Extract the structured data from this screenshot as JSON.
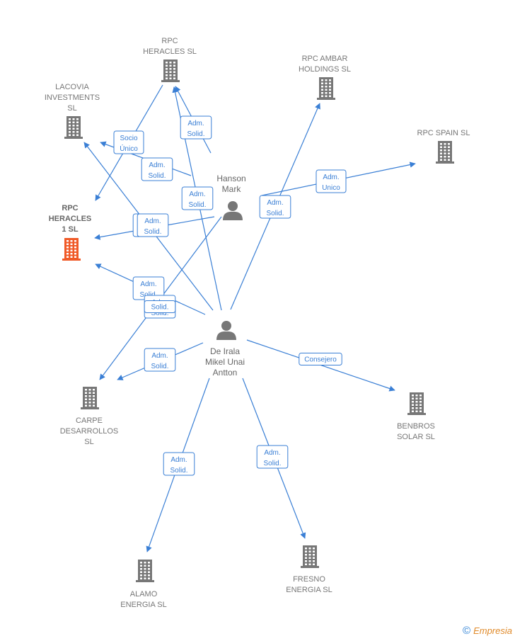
{
  "colors": {
    "edge": "#3a7fd5",
    "building": "#777777",
    "building_main": "#f05a28",
    "person": "#777777"
  },
  "companies": [
    {
      "id": "rpc_heracles",
      "lines": [
        "RPC",
        "HERACLES  SL"
      ],
      "main": false
    },
    {
      "id": "rpc_ambar",
      "lines": [
        "RPC AMBAR",
        "HOLDINGS  SL"
      ],
      "main": false
    },
    {
      "id": "lacovia",
      "lines": [
        "LACOVIA",
        "INVESTMENTS",
        "SL"
      ],
      "main": false
    },
    {
      "id": "rpc_spain",
      "lines": [
        "RPC SPAIN  SL"
      ],
      "main": false
    },
    {
      "id": "rpc_heracles_1",
      "lines": [
        "RPC",
        "HERACLES",
        "1  SL"
      ],
      "main": true
    },
    {
      "id": "carpe",
      "lines": [
        "CARPE",
        "DESARROLLOS",
        "SL"
      ],
      "main": false
    },
    {
      "id": "benbros",
      "lines": [
        "BENBROS",
        "SOLAR  SL"
      ],
      "main": false
    },
    {
      "id": "alamo",
      "lines": [
        "ALAMO",
        "ENERGIA  SL"
      ],
      "main": false
    },
    {
      "id": "fresno",
      "lines": [
        "FRESNO",
        "ENERGIA  SL"
      ],
      "main": false
    }
  ],
  "persons": [
    {
      "id": "hanson",
      "lines": [
        "Hanson",
        "Mark"
      ]
    },
    {
      "id": "deirala",
      "lines": [
        "De Irala",
        "Mikel Unai",
        "Antton"
      ]
    }
  ],
  "badges": [
    {
      "id": "b1",
      "lines": [
        "Socio",
        "Único"
      ]
    },
    {
      "id": "b2",
      "lines": [
        "Adm.",
        "Solid."
      ]
    },
    {
      "id": "b3",
      "lines": [
        "Adm.",
        "Solid."
      ]
    },
    {
      "id": "b4",
      "lines": [
        "Adm.",
        "Solid."
      ]
    },
    {
      "id": "b5",
      "lines": [
        "Adm.",
        "Unico"
      ]
    },
    {
      "id": "b6",
      "lines": [
        "Adm.",
        "Solid."
      ]
    },
    {
      "id": "b7",
      "lines": [
        "Adm.",
        "Solid."
      ]
    },
    {
      "id": "b8",
      "lines": [
        "Adm.",
        "Solid."
      ]
    },
    {
      "id": "b9",
      "lines": [
        "Adm.",
        "Solid."
      ]
    },
    {
      "id": "b10",
      "lines": [
        "Solid."
      ]
    },
    {
      "id": "b11",
      "lines": [
        "Adm.",
        "Solid."
      ]
    },
    {
      "id": "b12",
      "lines": [
        "Consejero"
      ]
    },
    {
      "id": "b13",
      "lines": [
        "Adm.",
        "Solid."
      ]
    },
    {
      "id": "b14",
      "lines": [
        "Adm.",
        "Solid."
      ]
    }
  ],
  "footer": {
    "copyright": "©",
    "brand": "Empresia"
  }
}
